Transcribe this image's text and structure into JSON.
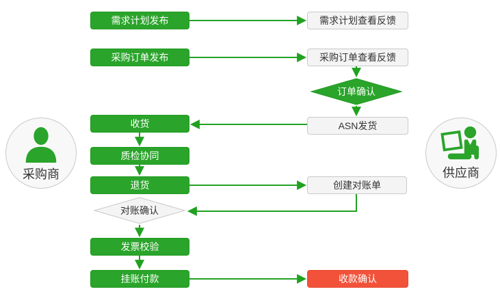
{
  "diagram": {
    "title_hint": "buyer-supplier collaboration flowchart",
    "actors": {
      "buyer": {
        "label": "采购商",
        "icon": "person-icon"
      },
      "supplier": {
        "label": "供应商",
        "icon": "person-laptop-icon"
      }
    },
    "nodes": {
      "demand_plan_publish": {
        "label": "需求计划发布",
        "type": "process-green",
        "owner": "buyer"
      },
      "purchase_order_publish": {
        "label": "采购订单发布",
        "type": "process-green",
        "owner": "buyer"
      },
      "receive_goods": {
        "label": "收货",
        "type": "process-green",
        "owner": "buyer"
      },
      "quality_inspection": {
        "label": "质检协同",
        "type": "process-green",
        "owner": "buyer"
      },
      "return_goods": {
        "label": "退货",
        "type": "process-green",
        "owner": "buyer"
      },
      "reconciliation_confirm": {
        "label": "对账确认",
        "type": "decision-gray",
        "owner": "buyer"
      },
      "invoice_verification": {
        "label": "发票校验",
        "type": "process-green",
        "owner": "buyer"
      },
      "payment_on_account": {
        "label": "挂账付款",
        "type": "process-green",
        "owner": "buyer"
      },
      "demand_plan_feedback": {
        "label": "需求计划查看反馈",
        "type": "process-gray",
        "owner": "supplier"
      },
      "purchase_order_feedback": {
        "label": "采购订单查看反馈",
        "type": "process-gray",
        "owner": "supplier"
      },
      "order_confirm": {
        "label": "订单确认",
        "type": "decision-green",
        "owner": "supplier"
      },
      "asn_shipping": {
        "label": "ASN发货",
        "type": "process-gray",
        "owner": "supplier"
      },
      "create_statement": {
        "label": "创建对账单",
        "type": "process-gray",
        "owner": "supplier"
      },
      "receipt_confirm": {
        "label": "收款确认",
        "type": "process-red",
        "owner": "supplier"
      }
    },
    "edges": [
      {
        "from": "demand_plan_publish",
        "to": "demand_plan_feedback"
      },
      {
        "from": "purchase_order_publish",
        "to": "purchase_order_feedback"
      },
      {
        "from": "purchase_order_feedback",
        "to": "order_confirm"
      },
      {
        "from": "order_confirm",
        "to": "asn_shipping"
      },
      {
        "from": "asn_shipping",
        "to": "receive_goods"
      },
      {
        "from": "receive_goods",
        "to": "quality_inspection"
      },
      {
        "from": "quality_inspection",
        "to": "return_goods"
      },
      {
        "from": "return_goods",
        "to": "create_statement"
      },
      {
        "from": "create_statement",
        "to": "reconciliation_confirm"
      },
      {
        "from": "reconciliation_confirm",
        "to": "invoice_verification"
      },
      {
        "from": "invoice_verification",
        "to": "payment_on_account"
      },
      {
        "from": "payment_on_account",
        "to": "receipt_confirm"
      }
    ],
    "colors": {
      "process_green": "#2aa42a",
      "line_green": "#21a121",
      "neutral_bg": "#f4f4f4",
      "neutral_border": "#c9c9c9",
      "highlight_red": "#f2523a",
      "text_dark": "#333333",
      "text_light": "#ffffff"
    }
  }
}
